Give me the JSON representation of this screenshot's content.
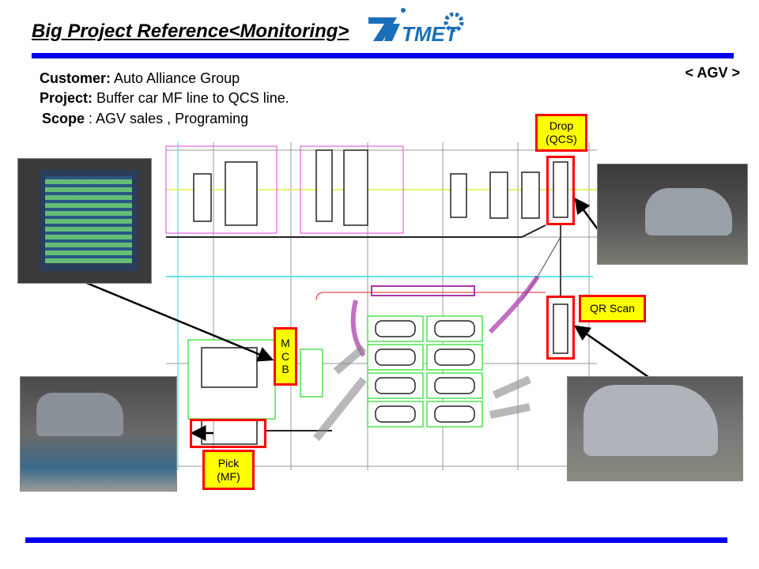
{
  "header": {
    "title": "Big Project Reference<Monitoring>",
    "logo_text": "TMET",
    "section_tag": "< AGV >"
  },
  "info": {
    "customer_label": "Customer:",
    "customer_value": " Auto Alliance Group",
    "project_label": "Project:",
    "project_value": " Buffer car MF line to QCS line.",
    "scope_label": "Scope",
    "scope_value": " : AGV sales , Programing"
  },
  "callouts": {
    "drop_line1": "Drop",
    "drop_line2": "(QCS)",
    "qr_scan": "QR Scan",
    "mcb_1": "M",
    "mcb_2": "C",
    "mcb_3": "B",
    "pick_line1": "Pick",
    "pick_line2": "(MF)"
  },
  "colors": {
    "accent_bar": "#0000ee",
    "callout_fill": "#ffff00",
    "callout_border": "#ff0000"
  }
}
